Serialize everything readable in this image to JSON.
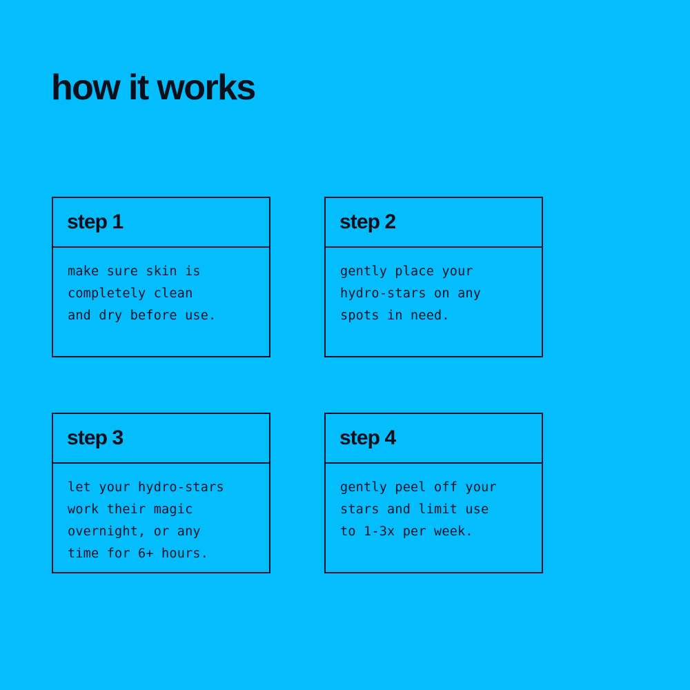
{
  "page": {
    "background_color": "#03bdfd",
    "ink_color": "#0a1326",
    "title": "how it works"
  },
  "steps": [
    {
      "label": "step 1",
      "text": "make sure skin is\ncompletely clean\nand dry before use."
    },
    {
      "label": "step 2",
      "text": "gently place your\nhydro-stars on any\nspots in need."
    },
    {
      "label": "step 3",
      "text": "let your hydro-stars\nwork their magic\novernight, or any\ntime for 6+ hours."
    },
    {
      "label": "step 4",
      "text": "gently peel off your\nstars and limit use\nto 1-3x per week."
    }
  ]
}
